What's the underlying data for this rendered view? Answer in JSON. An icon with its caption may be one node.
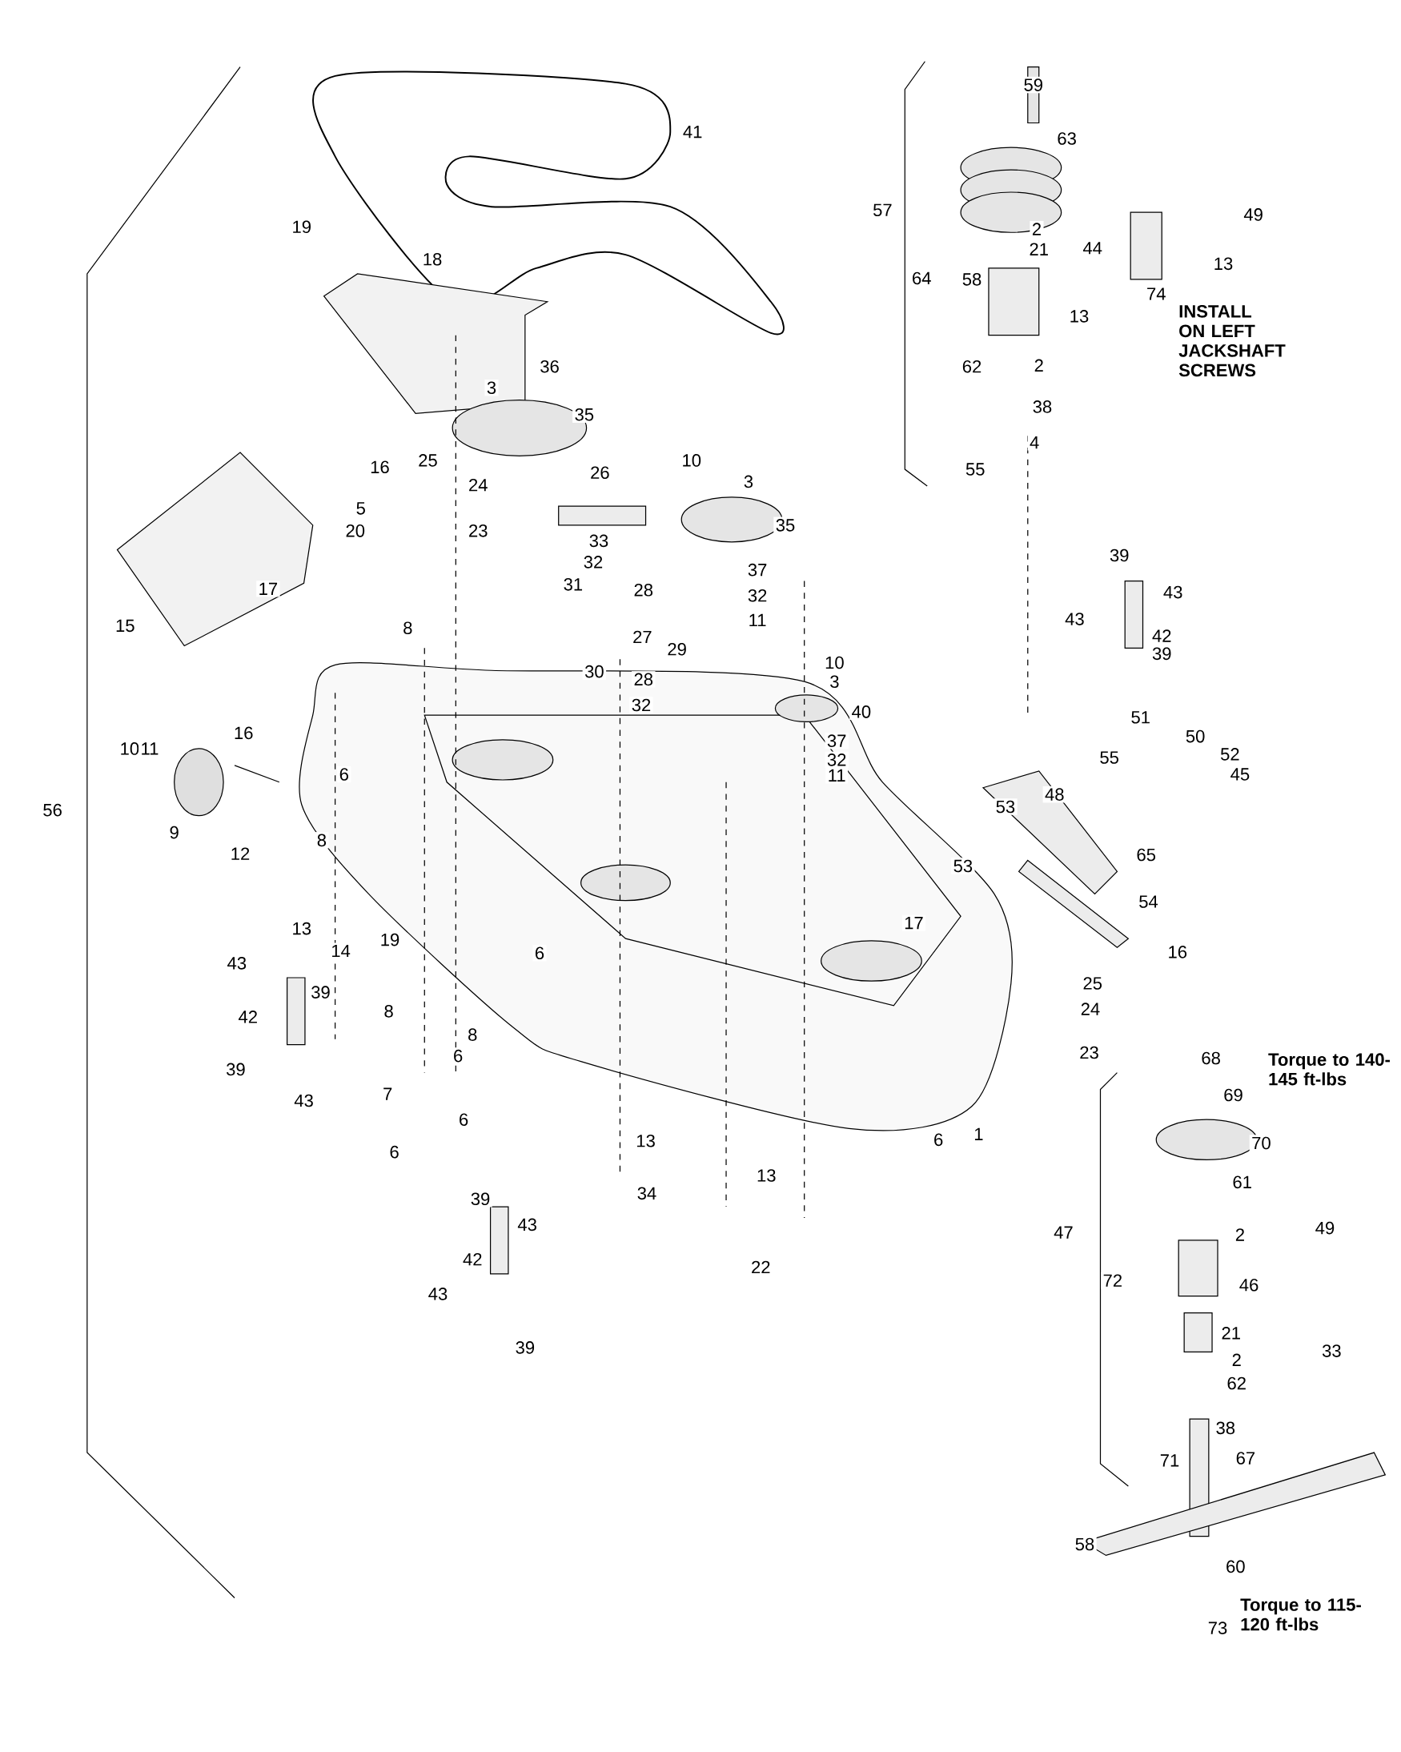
{
  "diagram": {
    "labels": [
      "41",
      "59",
      "63",
      "57",
      "49",
      "19",
      "2",
      "18",
      "21",
      "44",
      "13",
      "64",
      "58",
      "13",
      "74",
      "INSTALL ON LEFT JACKSHAFT SCREWS",
      "36",
      "62",
      "2",
      "3",
      "35",
      "38",
      "4",
      "25",
      "10",
      "3",
      "16",
      "55",
      "24",
      "26",
      "5",
      "23",
      "35",
      "20",
      "33",
      "37",
      "32",
      "17",
      "31",
      "28",
      "32",
      "39",
      "43",
      "11",
      "42",
      "43",
      "39",
      "15",
      "27",
      "29",
      "8",
      "28",
      "30",
      "10",
      "3",
      "32",
      "16",
      "40",
      "51",
      "50",
      "52",
      "10",
      "11",
      "6",
      "37",
      "32",
      "11",
      "55",
      "45",
      "56",
      "53",
      "48",
      "9",
      "12",
      "65",
      "8",
      "53",
      "54",
      "13",
      "14",
      "19",
      "17",
      "6",
      "16",
      "43",
      "39",
      "25",
      "24",
      "42",
      "8",
      "6",
      "23",
      "39",
      "68",
      "Torque to 140-145 ft-lbs",
      "69",
      "8",
      "7",
      "6",
      "43",
      "6",
      "13",
      "6",
      "1",
      "70",
      "61",
      "34",
      "13",
      "39",
      "43",
      "47",
      "2",
      "49",
      "42",
      "22",
      "72",
      "46",
      "43",
      "39",
      "33",
      "21",
      "2",
      "62",
      "38",
      "71",
      "67",
      "58",
      "60",
      "Torque to 115-120 ft-lbs",
      "73"
    ]
  }
}
